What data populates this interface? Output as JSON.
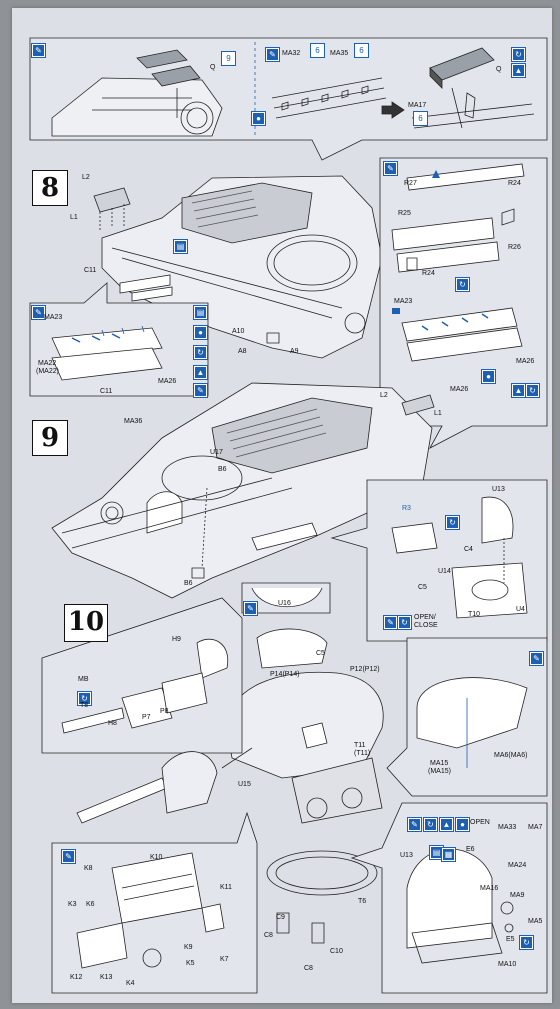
{
  "steps": {
    "s8": "8",
    "s9": "9",
    "s10": "10"
  },
  "labels": {
    "q1": "Q",
    "q1n": "9",
    "q2": "Q",
    "ma32": "MA32",
    "ma35": "MA35",
    "ma17": "MA17",
    "x6a": "6",
    "x6b": "6",
    "x6c": "6",
    "l2a": "L2",
    "l1a": "L1",
    "c11a": "C11",
    "a10": "A10",
    "a8": "A8",
    "a9": "A9",
    "ma23a": "MA23",
    "ma22": "MA22",
    "ma22p": "(MA22)",
    "c11b": "C11",
    "ma26a": "MA26",
    "r27": "R27",
    "r24a": "R24",
    "r25": "R25",
    "r26": "R26",
    "r24b": "R24",
    "ma23b": "MA23",
    "ma26b": "MA26",
    "ma26c": "MA26",
    "ma36": "MA36",
    "u17": "U17",
    "b6a": "B6",
    "b6b": "B6",
    "l2b": "L2",
    "l1b": "L1",
    "u13a": "U13",
    "r3": "R3",
    "c4": "C4",
    "c5a": "C5",
    "u14": "U14",
    "t10": "T10",
    "u4": "U4",
    "open1": "OPEN/",
    "close1": "CLOSE",
    "u16": "U16",
    "h9": "H9",
    "mb": "MB",
    "t8": "T8",
    "h8": "H8",
    "p7": "P7",
    "p8": "P8",
    "c5b": "C5",
    "p14": "P14(P14)",
    "p12": "P12(P12)",
    "u15": "U15",
    "t11": "T11",
    "t11p": "(T11)",
    "ma15": "MA15",
    "ma15p": "(MA15)",
    "ma6": "MA6(MA6)",
    "k10": "K10",
    "k8": "K8",
    "k11": "K11",
    "k3": "K3",
    "k6": "K6",
    "k9": "K9",
    "k5": "K5",
    "k7": "K7",
    "k12": "K12",
    "k13": "K13",
    "k4": "K4",
    "c9": "C9",
    "c8a": "C8",
    "c10": "C10",
    "c8b": "C8",
    "t6": "T6",
    "open2": "OPEN",
    "ma33": "MA33",
    "ma7": "MA7",
    "e6": "E6",
    "ma24": "MA24",
    "u13b": "U13",
    "ma16": "MA16",
    "ma9": "MA9",
    "ma5": "MA5",
    "e5": "E5",
    "ma10": "MA10"
  },
  "icon_names": [
    "glue-icon",
    "paint-icon",
    "rotate-icon",
    "cut-icon",
    "pe-part-icon",
    "option-icon"
  ],
  "colors": {
    "accent": "#1d5fb0",
    "paper": "#dcdfe6",
    "ink": "#111111"
  }
}
